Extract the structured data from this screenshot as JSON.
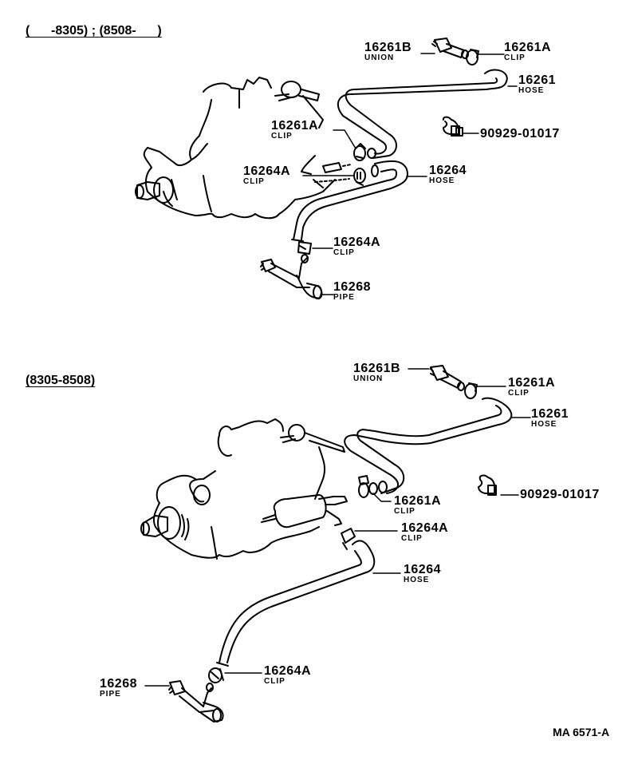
{
  "diagram": {
    "reference_code": "MA 6571-A",
    "sections": [
      {
        "heading": "(      -8305) ; (8508-      )",
        "parts": [
          {
            "number": "16261B",
            "name": "UNION"
          },
          {
            "number": "16261A",
            "name": "CLIP"
          },
          {
            "number": "16261",
            "name": "HOSE"
          },
          {
            "number": "90929-01017",
            "name": ""
          },
          {
            "number": "16261A",
            "name": "CLIP"
          },
          {
            "number": "16264A",
            "name": "CLIP"
          },
          {
            "number": "16264",
            "name": "HOSE"
          },
          {
            "number": "16264A",
            "name": "CLIP"
          },
          {
            "number": "16268",
            "name": "PIPE"
          }
        ]
      },
      {
        "heading": "(8305-8508)",
        "parts": [
          {
            "number": "16261B",
            "name": "UNION"
          },
          {
            "number": "16261A",
            "name": "CLIP"
          },
          {
            "number": "16261",
            "name": "HOSE"
          },
          {
            "number": "90929-01017",
            "name": ""
          },
          {
            "number": "16261A",
            "name": "CLIP"
          },
          {
            "number": "16264A",
            "name": "CLIP"
          },
          {
            "number": "16264",
            "name": "HOSE"
          },
          {
            "number": "16264A",
            "name": "CLIP"
          },
          {
            "number": "16268",
            "name": "PIPE"
          }
        ]
      }
    ]
  }
}
